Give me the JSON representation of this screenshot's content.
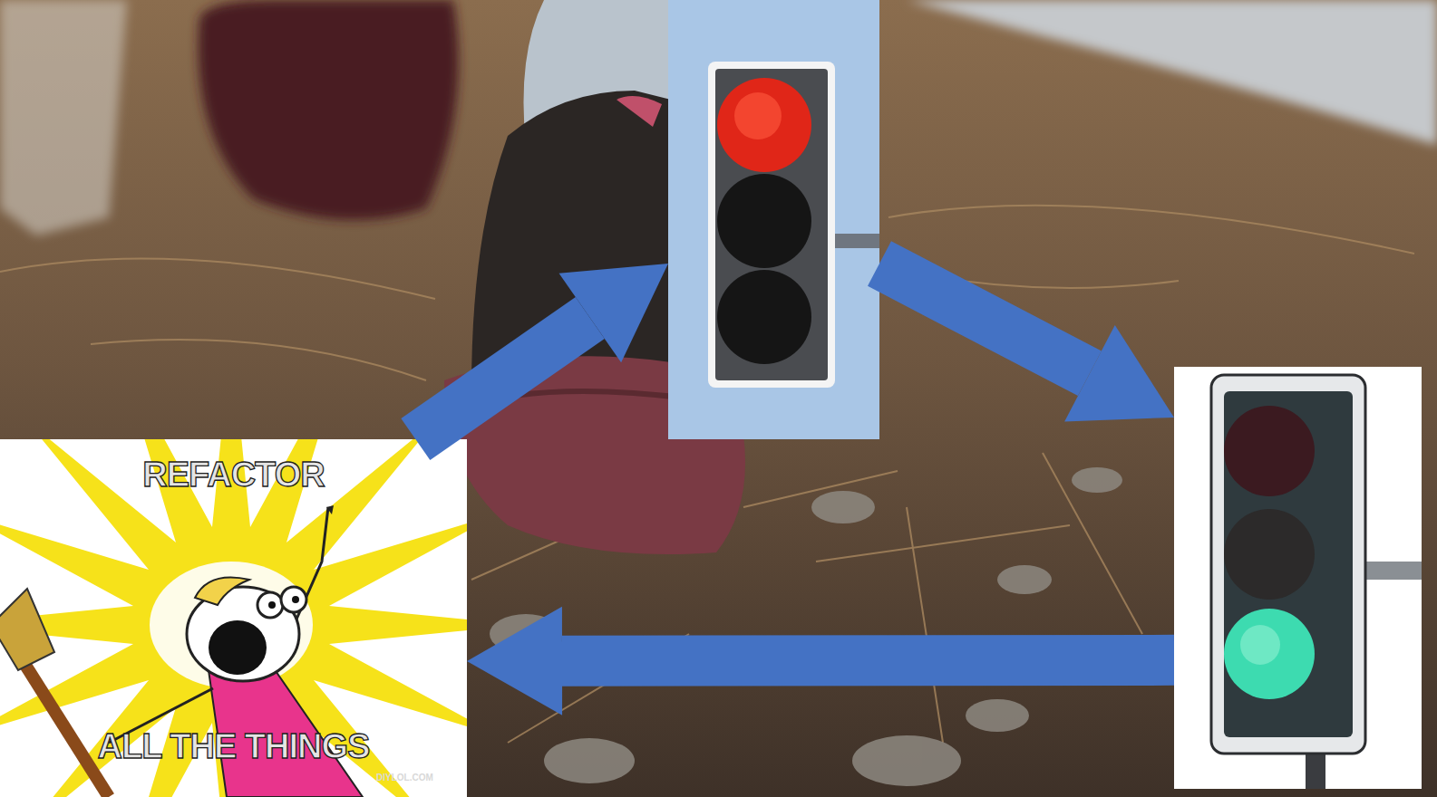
{
  "diagram": {
    "nodes": [
      {
        "text": []
      },
      {
        "text": []
      },
      {
        "text": [
          "REFACTOR",
          "ALL THE THINGS"
        ]
      }
    ],
    "edges": [
      {
        "from": 0,
        "to": 1,
        "arrow": "to"
      },
      {
        "from": 1,
        "to": 2,
        "arrow": "to"
      },
      {
        "from": 2,
        "to": 0,
        "arrow": "to"
      }
    ],
    "labels": [
      "DIYLOL.COM"
    ]
  }
}
